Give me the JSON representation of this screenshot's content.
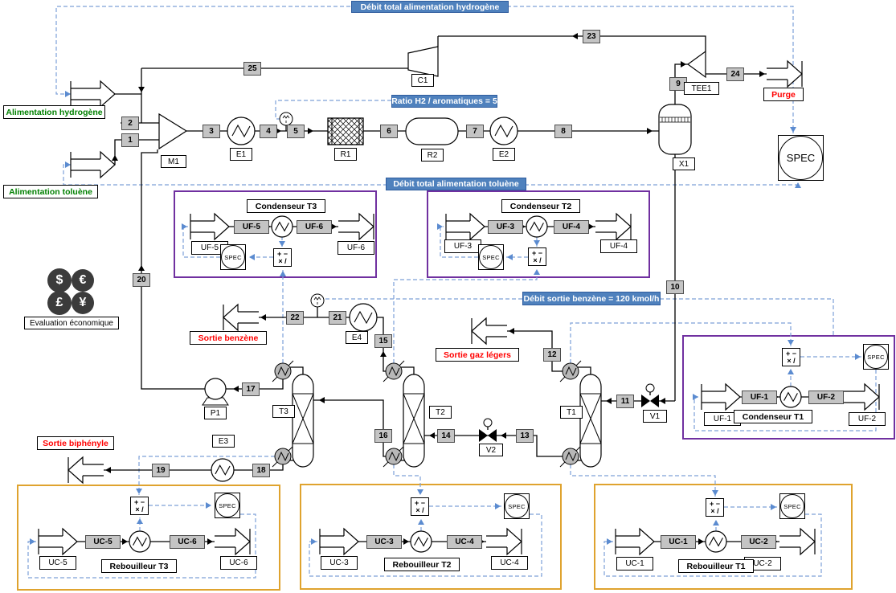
{
  "app": {
    "type": "process-flowsheet",
    "process": "HDA toluene"
  },
  "spec_annotations": {
    "blh2": "Débit total alimentation hydrogène",
    "blratio": "Ratio H2 / aromatiques = 5",
    "bltol": "Débit total alimentation toluène",
    "blbenz": "Débit sortie benzène = 120 kmol/h"
  },
  "feed_labels": {
    "grh2": "Alimentation hydrogène",
    "grtol": "Alimentation toluène"
  },
  "product_labels": {
    "rdpurge": "Purge",
    "rdbenz": "Sortie benzène",
    "rdgas": "Sortie gaz légers",
    "rdbip": "Sortie biphényle"
  },
  "box_titles": {
    "tct3": "Condenseur T3",
    "tct2": "Condenseur T2",
    "tct1": "Condenseur T1",
    "trt3": "Rebouilleur T3",
    "trt2": "Rebouilleur T2",
    "trt1": "Rebouilleur T1"
  },
  "economic": {
    "ev": "Evaluation économique",
    "cu1": "$",
    "cu2": "€",
    "cu3": "£",
    "cu4": "¥"
  },
  "blocks": {
    "spec": "SPEC",
    "calctop": "+ −",
    "calcbot": "× /"
  },
  "equipment_tags": {
    "M1": "M1",
    "E1": "E1",
    "R1": "R1",
    "R2": "R2",
    "E2": "E2",
    "C1": "C1",
    "TEE1": "TEE1",
    "X1": "X1",
    "P1": "P1",
    "T3": "T3",
    "T2": "T2",
    "T1": "T1",
    "E3": "E3",
    "E4": "E4",
    "V1": "V1",
    "V2": "V2"
  },
  "stream_badges": {
    "1": "1",
    "2": "2",
    "3": "3",
    "4": "4",
    "5": "5",
    "6": "6",
    "7": "7",
    "8": "8",
    "9": "9",
    "10": "10",
    "11": "11",
    "12": "12",
    "13": "13",
    "14": "14",
    "15": "15",
    "16": "16",
    "17": "17",
    "18": "18",
    "19": "19",
    "20": "20",
    "21": "21",
    "22": "22",
    "23": "23",
    "24": "24",
    "25": "25"
  },
  "utility_stream_badges": {
    "uf5g": "UF-5",
    "uf6g": "UF-6",
    "uf3g": "UF-3",
    "uf4g": "UF-4",
    "uf1g": "UF-1",
    "uf2g": "UF-2",
    "uc5g": "UC-5",
    "uc6g": "UC-6",
    "uc3g": "UC-3",
    "uc4g": "UC-4",
    "uc1g": "UC-1",
    "uc2g": "UC-2"
  },
  "utility_stream_tags": {
    "uf5": "UF-5",
    "uf6": "UF-6",
    "uf3": "UF-3",
    "uf4": "UF-4",
    "uf1": "UF-1",
    "uf2": "UF-2",
    "uc5": "UC-5",
    "uc6": "UC-6",
    "uc3": "UC-3",
    "uc4": "UC-4",
    "uc1": "UC-1",
    "uc2": "UC-2"
  }
}
